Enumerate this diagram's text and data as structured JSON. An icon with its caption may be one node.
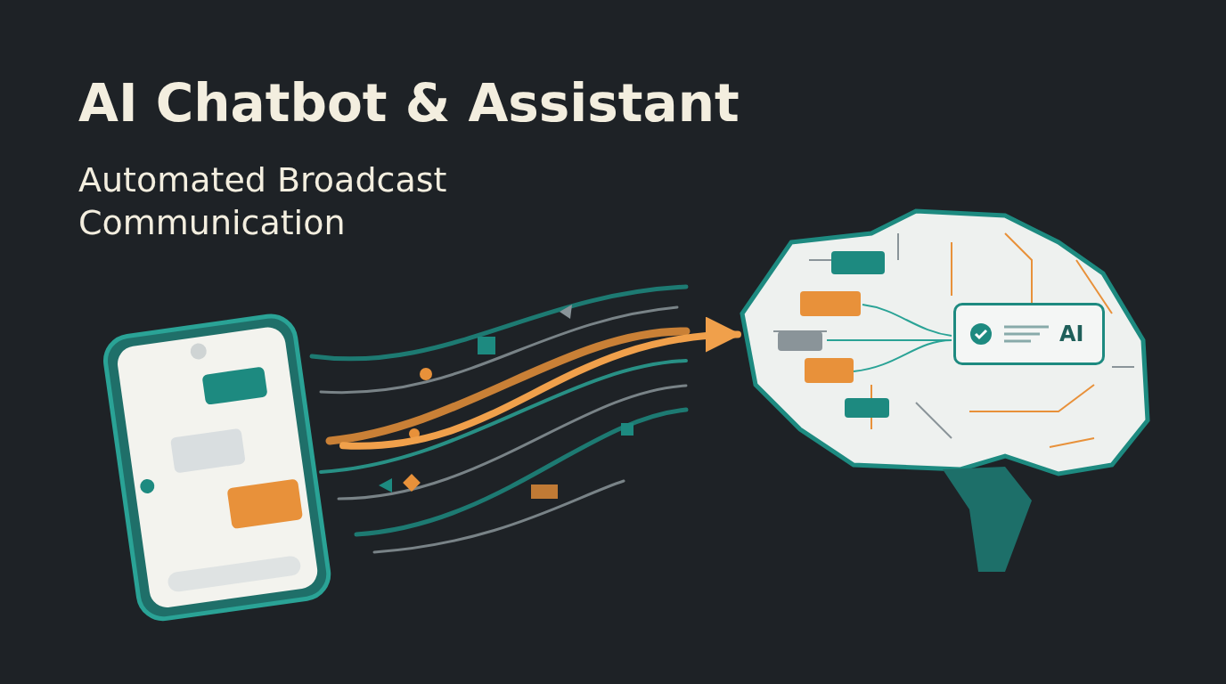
{
  "diagram": {
    "title": "AI Chatbot & Assistant",
    "nodes": [
      {
        "text": [],
        "shape": "picture"
      },
      {
        "text": [],
        "shape": "picture"
      },
      {
        "text": [
          "AI"
        ],
        "in": 1
      }
    ],
    "edges": [
      {
        "from": 0,
        "to": 1,
        "arrow": "to",
        "color": "#f0a04b"
      }
    ],
    "labels": [
      "Automated Broadcast Communication"
    ]
  }
}
